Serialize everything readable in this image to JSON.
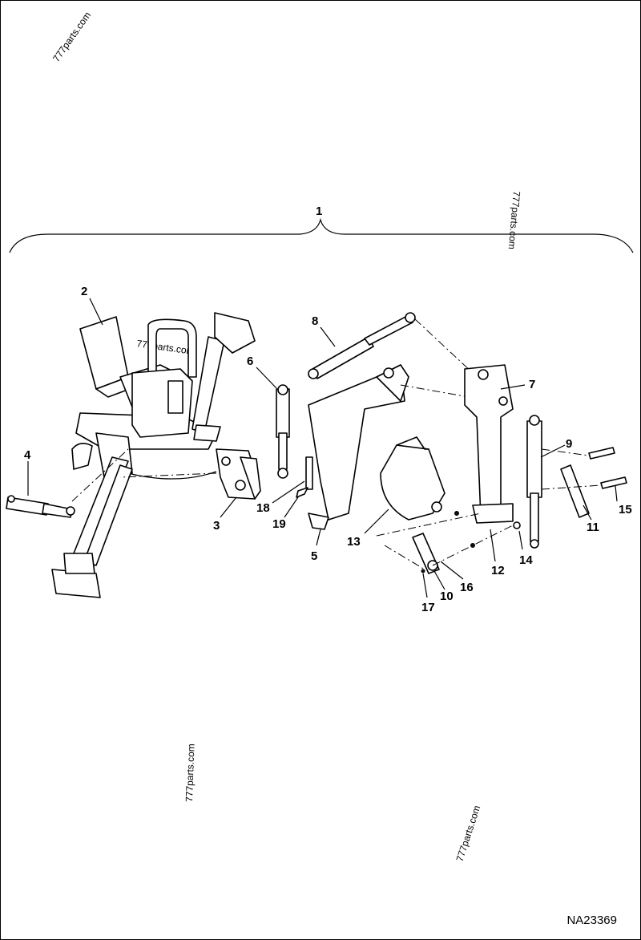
{
  "figure_code": "NA23369",
  "watermarks": [
    "777parts.com",
    "777parts.com",
    "777parts.com",
    "777parts.com",
    "777parts.com"
  ],
  "callouts": {
    "c1": "1",
    "c2": "2",
    "c3": "3",
    "c4": "4",
    "c5": "5",
    "c6": "6",
    "c7": "7",
    "c8": "8",
    "c9": "9",
    "c10": "10",
    "c11": "11",
    "c12": "12",
    "c13": "13",
    "c14": "14",
    "c15": "15",
    "c16": "16",
    "c17": "17",
    "c18": "18",
    "c19": "19"
  }
}
